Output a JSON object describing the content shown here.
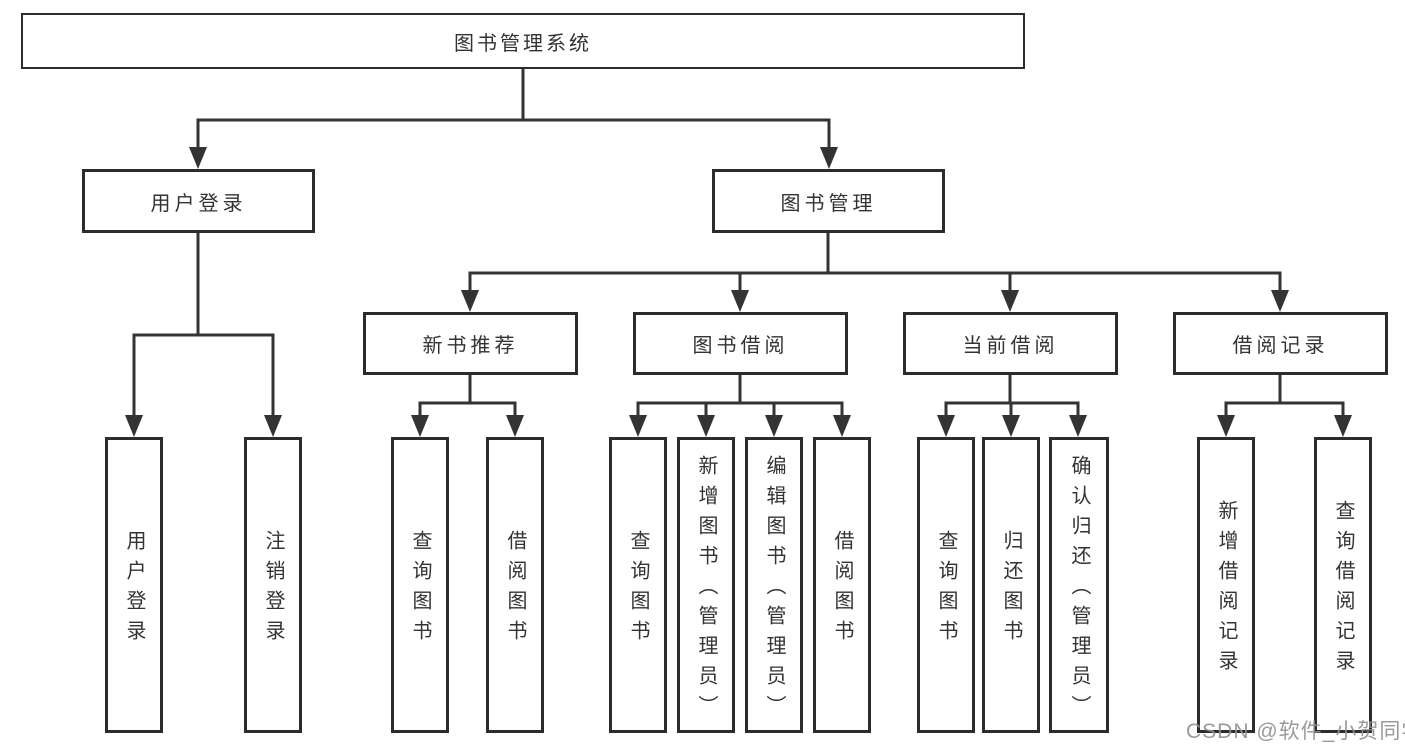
{
  "diagram": {
    "type": "hierarchy",
    "colors": {
      "line": "#333333",
      "box_border": "#2c2c2c",
      "text": "#333333",
      "background": "#ffffff",
      "watermark": "#919191"
    },
    "tree": {
      "root": {
        "label": "图书管理系统",
        "children": [
          {
            "label": "用户登录",
            "children": [
              {
                "label": "用户登录"
              },
              {
                "label": "注销登录"
              }
            ]
          },
          {
            "label": "图书管理",
            "children": [
              {
                "label": "新书推荐",
                "children": [
                  {
                    "label": "查询图书"
                  },
                  {
                    "label": "借阅图书"
                  }
                ]
              },
              {
                "label": "图书借阅",
                "children": [
                  {
                    "label": "查询图书"
                  },
                  {
                    "label": "新增图书（管理员）"
                  },
                  {
                    "label": "编辑图书（管理员）"
                  },
                  {
                    "label": "借阅图书"
                  }
                ]
              },
              {
                "label": "当前借阅",
                "children": [
                  {
                    "label": "查询图书"
                  },
                  {
                    "label": "归还图书"
                  },
                  {
                    "label": "确认归还（管理员）"
                  }
                ]
              },
              {
                "label": "借阅记录",
                "children": [
                  {
                    "label": "新增借阅记录"
                  },
                  {
                    "label": "查询借阅记录"
                  }
                ]
              }
            ]
          }
        ]
      }
    },
    "watermark": {
      "text": "CSDN @软件_小贺同学"
    }
  }
}
